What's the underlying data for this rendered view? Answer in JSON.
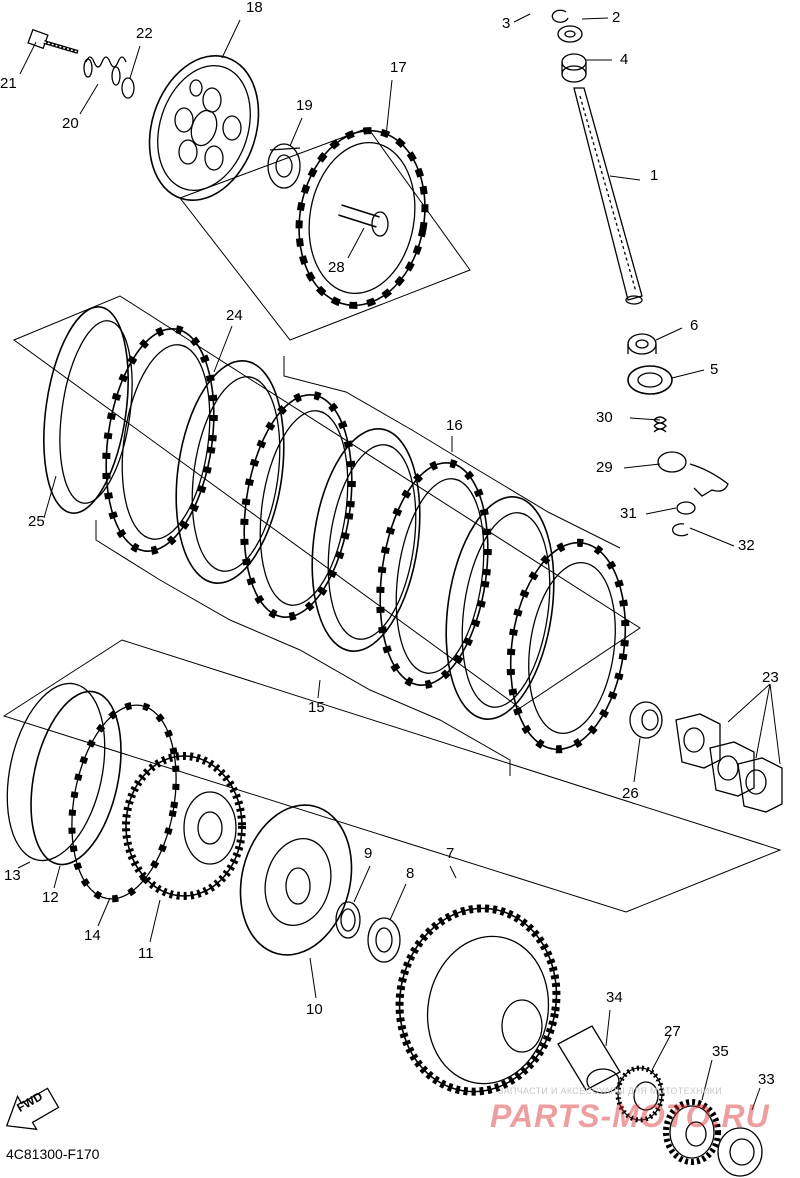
{
  "diagram": {
    "code": "4C81300-F170",
    "direction_arrow": "FWD",
    "watermark_text": "ЗАПЧАСТИ И АКСЕССУАРЫ ДЛЯ МОТОТЕХНИКИ",
    "watermark_logo": "PARTS-MOTO.RU",
    "callouts": [
      {
        "id": "1",
        "text": "1"
      },
      {
        "id": "2",
        "text": "2"
      },
      {
        "id": "3",
        "text": "3"
      },
      {
        "id": "4",
        "text": "4"
      },
      {
        "id": "5",
        "text": "5"
      },
      {
        "id": "6",
        "text": "6"
      },
      {
        "id": "7",
        "text": "7"
      },
      {
        "id": "8",
        "text": "8"
      },
      {
        "id": "9",
        "text": "9"
      },
      {
        "id": "10",
        "text": "10"
      },
      {
        "id": "11",
        "text": "11"
      },
      {
        "id": "12",
        "text": "12"
      },
      {
        "id": "13",
        "text": "13"
      },
      {
        "id": "14",
        "text": "14"
      },
      {
        "id": "15",
        "text": "15"
      },
      {
        "id": "16",
        "text": "16"
      },
      {
        "id": "17",
        "text": "17"
      },
      {
        "id": "18",
        "text": "18"
      },
      {
        "id": "19",
        "text": "19"
      },
      {
        "id": "20",
        "text": "20"
      },
      {
        "id": "21",
        "text": "21"
      },
      {
        "id": "22",
        "text": "22"
      },
      {
        "id": "23",
        "text": "23"
      },
      {
        "id": "24",
        "text": "24"
      },
      {
        "id": "25",
        "text": "25"
      },
      {
        "id": "26",
        "text": "26"
      },
      {
        "id": "27",
        "text": "27"
      },
      {
        "id": "28",
        "text": "28"
      },
      {
        "id": "29",
        "text": "29"
      },
      {
        "id": "30",
        "text": "30"
      },
      {
        "id": "31",
        "text": "31"
      },
      {
        "id": "32",
        "text": "32"
      },
      {
        "id": "33",
        "text": "33"
      },
      {
        "id": "34",
        "text": "34"
      },
      {
        "id": "35",
        "text": "35"
      }
    ]
  }
}
